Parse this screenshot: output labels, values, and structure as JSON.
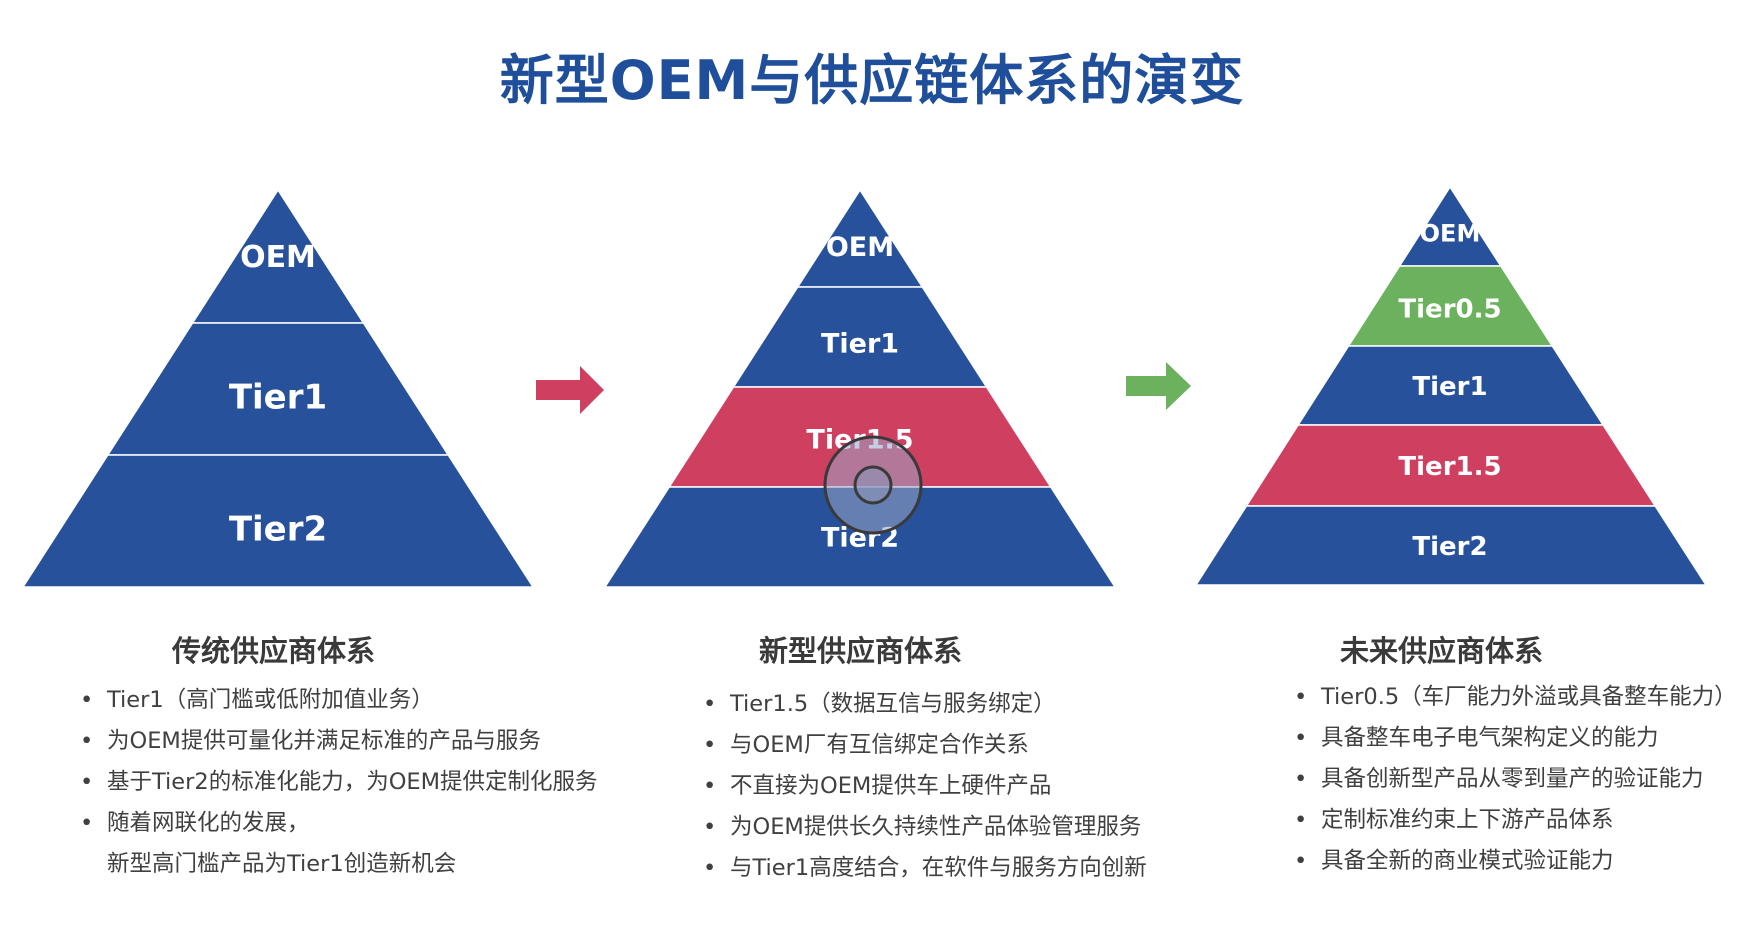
{
  "title": "新型OEM与供应链体系的演变",
  "colors": {
    "navy": "#27519a",
    "red": "#cf3f5f",
    "green": "#6cb25e",
    "title_blue": "#1f4e9a",
    "text_gray": "#404040"
  },
  "arrows": [
    {
      "name": "arrow-red",
      "color": "#cf3f5f"
    },
    {
      "name": "arrow-green",
      "color": "#6cb25e"
    }
  ],
  "pyramids": [
    {
      "name": "traditional",
      "layers": [
        {
          "label": "OEM",
          "color": "navy"
        },
        {
          "label": "Tier1",
          "color": "navy"
        },
        {
          "label": "Tier2",
          "color": "navy"
        }
      ]
    },
    {
      "name": "new",
      "layers": [
        {
          "label": "OEM",
          "color": "navy"
        },
        {
          "label": "Tier1",
          "color": "navy"
        },
        {
          "label": "Tier1.5",
          "color": "red"
        },
        {
          "label": "Tier2",
          "color": "navy"
        }
      ]
    },
    {
      "name": "future",
      "layers": [
        {
          "label": "OEM",
          "color": "navy"
        },
        {
          "label": "Tier0.5",
          "color": "green"
        },
        {
          "label": "Tier1",
          "color": "navy"
        },
        {
          "label": "Tier1.5",
          "color": "red"
        },
        {
          "label": "Tier2",
          "color": "navy"
        }
      ]
    }
  ],
  "columns": [
    {
      "heading": "传统供应商体系",
      "bullets": [
        "Tier1（高门槛或低附加值业务）",
        "为OEM提供可量化并满足标准的产品与服务",
        "基于Tier2的标准化能力，为OEM提供定制化服务",
        "随着网联化的发展，",
        "新型高门槛产品为Tier1创造新机会"
      ]
    },
    {
      "heading": "新型供应商体系",
      "bullets": [
        "Tier1.5（数据互信与服务绑定）",
        "与OEM厂有互信绑定合作关系",
        "不直接为OEM提供车上硬件产品",
        "为OEM提供长久持续性产品体验管理服务",
        "与Tier1高度结合，在软件与服务方向创新"
      ]
    },
    {
      "heading": "未来供应商体系",
      "bullets": [
        "Tier0.5（车厂能力外溢或具备整车能力）",
        "具备整车电子电气架构定义的能力",
        "具备创新型产品从零到量产的验证能力",
        "定制标准约束上下游产品体系",
        "具备全新的商业模式验证能力"
      ]
    }
  ]
}
